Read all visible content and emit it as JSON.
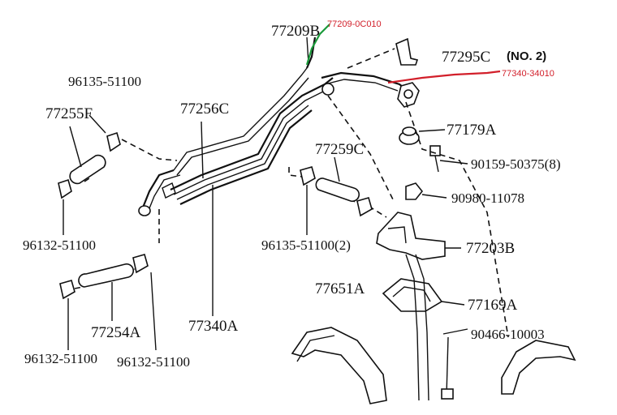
{
  "labels": {
    "p77209B": "77209B",
    "p77295C": "77295C",
    "no2": "(NO. 2)",
    "p96135_top": "96135-51100",
    "p77255F": "77255F",
    "p77256C": "77256C",
    "p77179A": "77179A",
    "p77259C": "77259C",
    "p90159": "90159-50375(8)",
    "p90980": "90980-11078",
    "p96132_left": "96132-51100",
    "p96135_mid": "96135-51100(2)",
    "p77203B": "77203B",
    "p77651A": "77651A",
    "p77169A": "77169A",
    "p77340A": "77340A",
    "p77254A": "77254A",
    "p90466": "90466-10003",
    "p96132_bl": "96132-51100",
    "p96132_bm": "96132-51100"
  },
  "annotations": {
    "green_note": "77209-0C010",
    "red_note": "77340-34010",
    "green_color": "#1a9a3a",
    "red_color": "#d21f2a"
  }
}
